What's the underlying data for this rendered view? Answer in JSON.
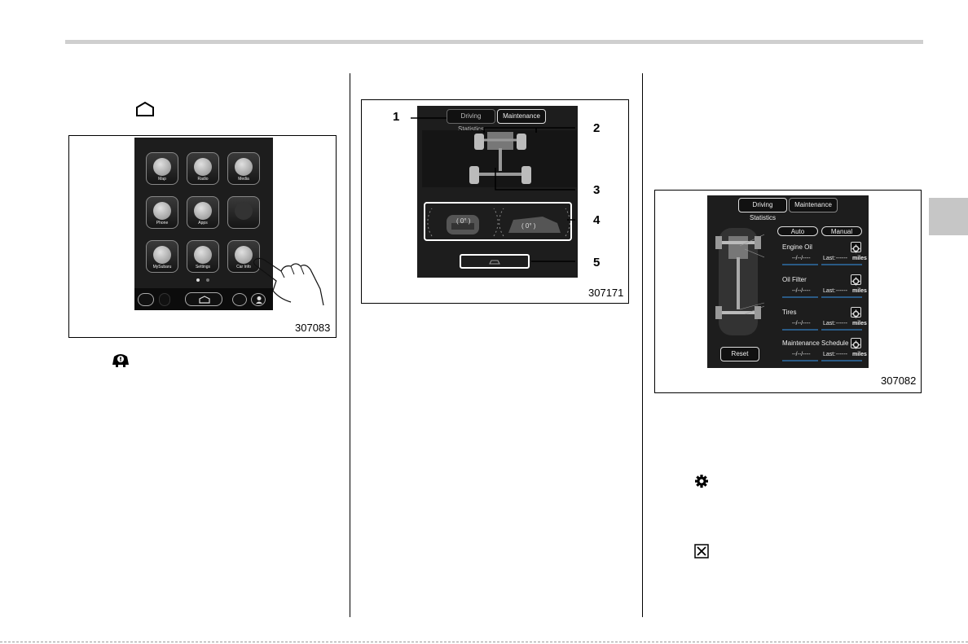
{
  "figure_home": {
    "number": "307083",
    "apps": [
      {
        "label": "Map",
        "icon": "map-icon"
      },
      {
        "label": "Radio",
        "icon": "radio-icon"
      },
      {
        "label": "Media",
        "icon": "media-note-icon"
      },
      {
        "label": "Phone",
        "icon": "phone-icon"
      },
      {
        "label": "Apps",
        "icon": "apps-grid-icon"
      },
      {
        "label": "",
        "icon": "blank-app-icon"
      },
      {
        "label": "MySubaru",
        "icon": "mysubaru-icon"
      },
      {
        "label": "Settings",
        "icon": "settings-gears-icon"
      },
      {
        "label": "Car Info",
        "icon": "car-info-icon"
      }
    ]
  },
  "figure_driving": {
    "number": "307171",
    "tabs": [
      "Driving Statistics",
      "Maintenance"
    ],
    "callouts": [
      "1",
      "2",
      "3",
      "4",
      "5"
    ]
  },
  "figure_maintenance": {
    "number": "307082",
    "tabs": [
      "Driving Statistics",
      "Maintenance"
    ],
    "modes": [
      "Auto",
      "Manual"
    ],
    "items": [
      {
        "name": "Engine Oil",
        "date": "--/--/----",
        "last": "Last:",
        "dashes": "------",
        "unit": "miles"
      },
      {
        "name": "Oil Filter",
        "date": "--/--/----",
        "last": "Last:",
        "dashes": "------",
        "unit": "miles"
      },
      {
        "name": "Tires",
        "date": "--/--/----",
        "last": "Last:",
        "dashes": "------",
        "unit": "miles"
      },
      {
        "name": "Maintenance Schedule",
        "date": "--/--/----",
        "last": "Last:",
        "dashes": "------",
        "unit": "miles"
      }
    ],
    "reset": "Reset"
  }
}
